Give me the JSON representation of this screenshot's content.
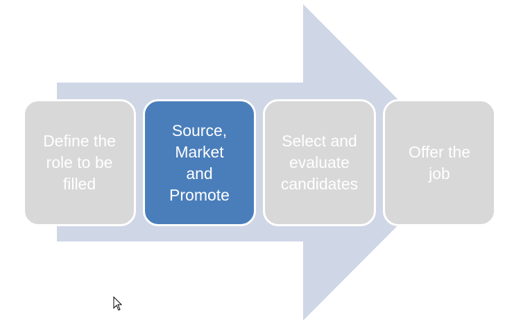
{
  "diagram": {
    "colors": {
      "arrow": "#cfd6e6",
      "inactive_step": "#d8d8d8",
      "active_step": "#4a7ebb",
      "step_text": "#ffffff"
    },
    "steps": [
      {
        "label": "Define the\nrole to be\nfilled",
        "state": "inactive"
      },
      {
        "label": "Source,\nMarket\nand\nPromote",
        "state": "active"
      },
      {
        "label": "Select and\nevaluate\ncandidates",
        "state": "inactive"
      },
      {
        "label": "Offer the\njob",
        "state": "inactive"
      }
    ]
  },
  "cursor": {
    "icon": "mouse-pointer-icon"
  }
}
